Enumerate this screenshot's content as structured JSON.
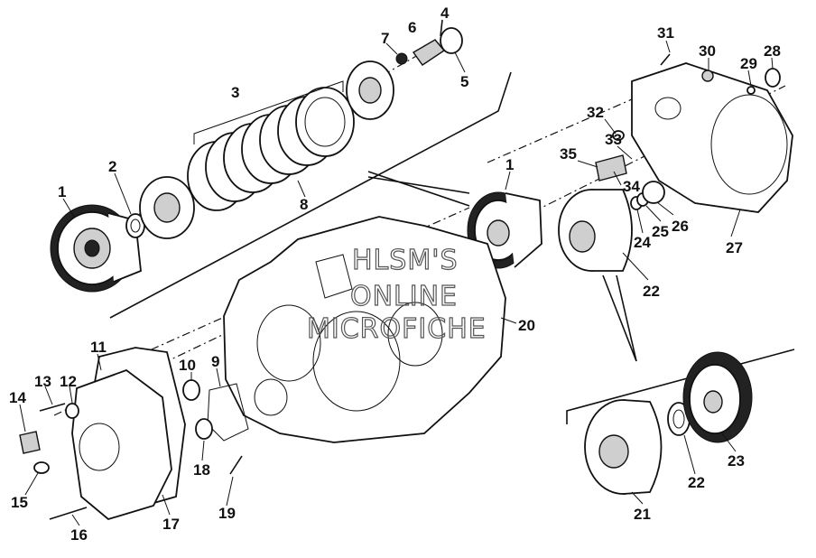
{
  "watermark": [
    "HLSM'S",
    "ONLINE",
    "MICROFICHE"
  ],
  "callouts": {
    "n1a": "1",
    "n2": "2",
    "n3": "3",
    "n4": "4",
    "n5": "5",
    "n6": "6",
    "n7": "7",
    "n8": "8",
    "n1b": "1",
    "n9": "9",
    "n10": "10",
    "n11": "11",
    "n12": "12",
    "n13": "13",
    "n14": "14",
    "n15": "15",
    "n16": "16",
    "n17": "17",
    "n18": "18",
    "n19": "19",
    "n20": "20",
    "n21": "21",
    "n22a": "22",
    "n22b": "22",
    "n23": "23",
    "n24": "24",
    "n25": "25",
    "n26": "26",
    "n27": "27",
    "n28": "28",
    "n29": "29",
    "n30": "30",
    "n31": "31",
    "n32": "32",
    "n33": "33",
    "n34": "34",
    "n35": "35"
  }
}
